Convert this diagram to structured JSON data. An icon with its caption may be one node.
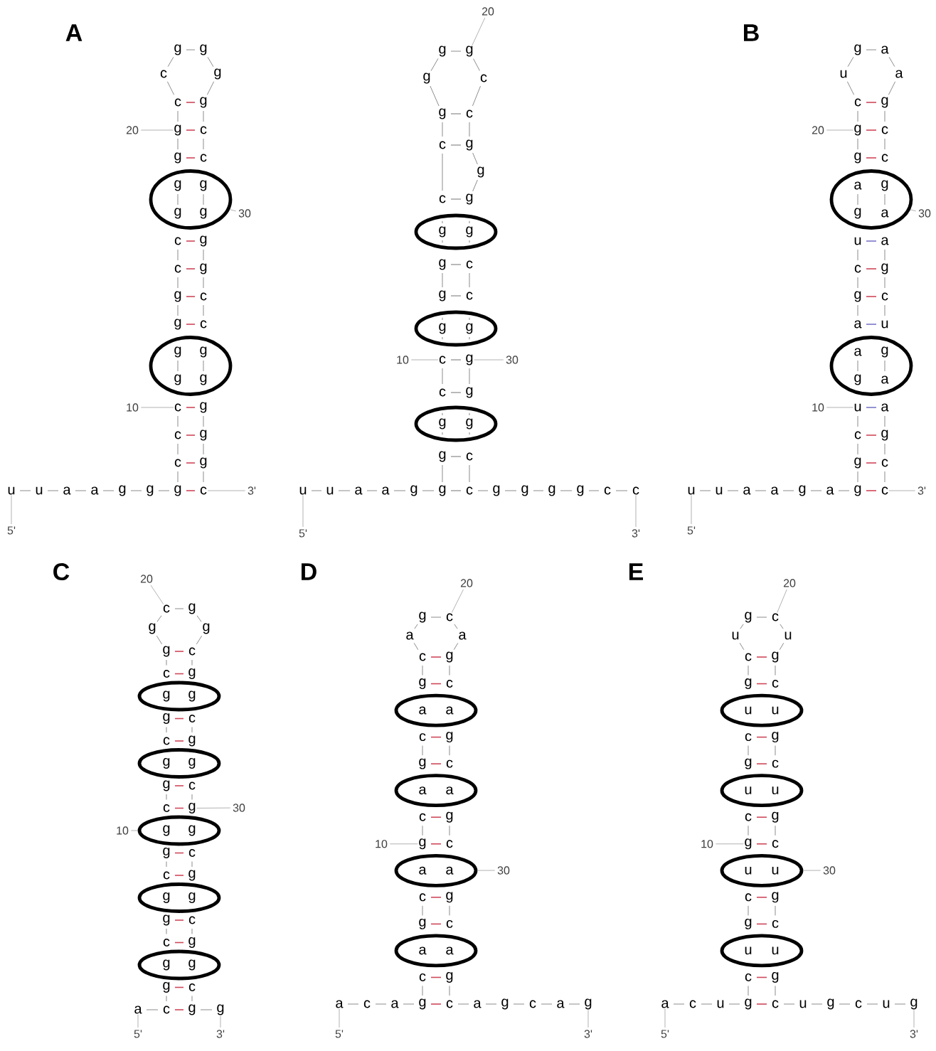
{
  "diagram": {
    "nodes": [
      {
        "text": [
          "g",
          "g",
          "g",
          "g"
        ]
      },
      {
        "text": [
          "g",
          "g",
          "g",
          "g"
        ]
      },
      {
        "text": [
          "20"
        ]
      },
      {
        "text": [
          "g"
        ]
      },
      {
        "text": [
          "30"
        ]
      },
      {
        "text": [
          "10"
        ]
      },
      {
        "text": [
          "c"
        ]
      },
      {
        "text": [
          "5'"
        ]
      },
      {
        "text": [
          "u"
        ]
      },
      {
        "text": [
          "3'"
        ]
      },
      {
        "text": [
          "c"
        ]
      },
      {
        "text": [
          "g",
          "g"
        ]
      },
      {
        "text": [
          "g",
          "g"
        ]
      },
      {
        "text": [
          "g",
          "g"
        ]
      },
      {
        "text": [
          "20"
        ]
      },
      {
        "text": [
          "g"
        ]
      },
      {
        "text": [
          "10"
        ]
      },
      {
        "text": [
          "c"
        ]
      },
      {
        "text": [
          "30"
        ]
      },
      {
        "text": [
          "g"
        ]
      },
      {
        "text": [
          "5'"
        ]
      },
      {
        "text": [
          "u"
        ]
      },
      {
        "text": [
          "3'"
        ]
      },
      {
        "text": [
          "c"
        ]
      },
      {
        "text": [
          "a",
          "g",
          "g",
          "a"
        ]
      },
      {
        "text": [
          "a",
          "g",
          "g",
          "a"
        ]
      },
      {
        "text": [
          "20"
        ]
      },
      {
        "text": [
          "g"
        ]
      },
      {
        "text": [
          "30"
        ]
      },
      {
        "text": [
          "10"
        ]
      },
      {
        "text": [
          "u"
        ]
      },
      {
        "text": [
          "5'"
        ]
      },
      {
        "text": [
          "u"
        ]
      },
      {
        "text": [
          "3'"
        ]
      },
      {
        "text": [
          "c"
        ]
      },
      {
        "text": [
          "g",
          "g"
        ]
      },
      {
        "text": [
          "g",
          "g"
        ]
      },
      {
        "text": [
          "g",
          "g"
        ]
      },
      {
        "text": [
          "g",
          "g"
        ]
      },
      {
        "text": [
          "g",
          "g"
        ]
      },
      {
        "text": [
          "20"
        ]
      },
      {
        "text": [
          "c"
        ]
      },
      {
        "text": [
          "30"
        ]
      },
      {
        "text": [
          "g"
        ]
      },
      {
        "text": [
          "10"
        ]
      },
      {
        "text": [
          "5'"
        ]
      },
      {
        "text": [
          "a"
        ]
      },
      {
        "text": [
          "3'"
        ]
      },
      {
        "text": [
          "g"
        ]
      },
      {
        "text": [
          "a",
          "a"
        ]
      },
      {
        "text": [
          "a",
          "a"
        ]
      },
      {
        "text": [
          "a",
          "a"
        ]
      },
      {
        "text": [
          "a",
          "a"
        ]
      },
      {
        "text": [
          "20"
        ]
      },
      {
        "text": [
          "c"
        ]
      },
      {
        "text": [
          "10"
        ]
      },
      {
        "text": [
          "g"
        ]
      },
      {
        "text": [
          "30"
        ]
      },
      {
        "text": [
          "5'"
        ]
      },
      {
        "text": [
          "a"
        ]
      },
      {
        "text": [
          "3'"
        ]
      },
      {
        "text": [
          "g"
        ]
      },
      {
        "text": [
          "u",
          "u"
        ]
      },
      {
        "text": [
          "u",
          "u"
        ]
      },
      {
        "text": [
          "u",
          "u"
        ]
      },
      {
        "text": [
          "u",
          "u"
        ]
      },
      {
        "text": [
          "20"
        ]
      },
      {
        "text": [
          "c"
        ]
      },
      {
        "text": [
          "10"
        ]
      },
      {
        "text": [
          "g"
        ]
      },
      {
        "text": [
          "30"
        ]
      },
      {
        "text": [
          "5'"
        ]
      },
      {
        "text": [
          "a"
        ]
      },
      {
        "text": [
          "3'"
        ]
      },
      {
        "text": [
          "g"
        ]
      }
    ],
    "edges": [
      {
        "from": 2,
        "to": 3,
        "arrow": "none"
      },
      {
        "from": 4,
        "to": 0,
        "arrow": "none"
      },
      {
        "from": 5,
        "to": 6,
        "arrow": "none"
      },
      {
        "from": 7,
        "to": 8,
        "arrow": "none"
      },
      {
        "from": 9,
        "to": 10,
        "arrow": "none"
      },
      {
        "from": 14,
        "to": 15,
        "arrow": "none"
      },
      {
        "from": 16,
        "to": 17,
        "arrow": "none"
      },
      {
        "from": 18,
        "to": 19,
        "arrow": "none"
      },
      {
        "from": 20,
        "to": 21,
        "arrow": "none"
      },
      {
        "from": 22,
        "to": 23,
        "arrow": "none"
      },
      {
        "from": 26,
        "to": 27,
        "arrow": "none"
      },
      {
        "from": 28,
        "to": 24,
        "arrow": "none"
      },
      {
        "from": 29,
        "to": 30,
        "arrow": "none"
      },
      {
        "from": 31,
        "to": 32,
        "arrow": "none"
      },
      {
        "from": 33,
        "to": 34,
        "arrow": "none"
      },
      {
        "from": 40,
        "to": 41,
        "arrow": "none"
      },
      {
        "from": 42,
        "to": 43,
        "arrow": "none"
      },
      {
        "from": 44,
        "to": 37,
        "arrow": "none"
      },
      {
        "from": 45,
        "to": 46,
        "arrow": "none"
      },
      {
        "from": 47,
        "to": 48,
        "arrow": "none"
      },
      {
        "from": 53,
        "to": 54,
        "arrow": "none"
      },
      {
        "from": 55,
        "to": 56,
        "arrow": "none"
      },
      {
        "from": 57,
        "to": 51,
        "arrow": "none"
      },
      {
        "from": 58,
        "to": 59,
        "arrow": "none"
      },
      {
        "from": 60,
        "to": 61,
        "arrow": "none"
      },
      {
        "from": 66,
        "to": 67,
        "arrow": "none"
      },
      {
        "from": 68,
        "to": 69,
        "arrow": "none"
      },
      {
        "from": 70,
        "to": 64,
        "arrow": "none"
      },
      {
        "from": 71,
        "to": 72,
        "arrow": "none"
      },
      {
        "from": 73,
        "to": 74,
        "arrow": "none"
      }
    ],
    "labels": [
      "A",
      "u",
      "a",
      "a",
      "g",
      "g",
      "g",
      "c",
      "c",
      "g",
      "g",
      "c",
      "c",
      "g",
      "c",
      "c",
      "g",
      "g",
      "g",
      "g",
      "c",
      "c",
      "g",
      "g",
      "c",
      "c",
      "g",
      "g",
      "g",
      "u",
      "a",
      "a",
      "g",
      "g",
      "g",
      "c",
      "g",
      "g",
      "c",
      "c",
      "g",
      "g",
      "g",
      "c",
      "c",
      "g",
      "g",
      "g",
      "c",
      "c",
      "g",
      "c",
      "c",
      "g",
      "g",
      "g",
      "g",
      "c",
      "B",
      "u",
      "a",
      "a",
      "g",
      "a",
      "g",
      "g",
      "c",
      "a",
      "g",
      "c",
      "u",
      "g",
      "c",
      "u",
      "g",
      "a",
      "a",
      "g",
      "c",
      "c",
      "a",
      "g",
      "c",
      "u",
      "a",
      "g",
      "c",
      "C",
      "c",
      "g",
      "c",
      "g",
      "c",
      "g",
      "c",
      "g",
      "c",
      "g",
      "c",
      "g",
      "g",
      "g",
      "g",
      "c",
      "g",
      "c",
      "g",
      "c",
      "c",
      "g",
      "c",
      "g",
      "c",
      "g",
      "D",
      "c",
      "a",
      "g",
      "c",
      "g",
      "c",
      "c",
      "g",
      "c",
      "g",
      "c",
      "a",
      "g",
      "a",
      "g",
      "c",
      "g",
      "c",
      "g",
      "c",
      "g",
      "c",
      "g",
      "c",
      "a",
      "g",
      "c",
      "a",
      "E",
      "c",
      "u",
      "g",
      "c",
      "g",
      "c",
      "c",
      "g",
      "c",
      "g",
      "c",
      "u",
      "g",
      "u",
      "g",
      "c",
      "g",
      "c",
      "g",
      "c",
      "g",
      "c",
      "g",
      "c",
      "u",
      "g",
      "c",
      "u"
    ]
  }
}
